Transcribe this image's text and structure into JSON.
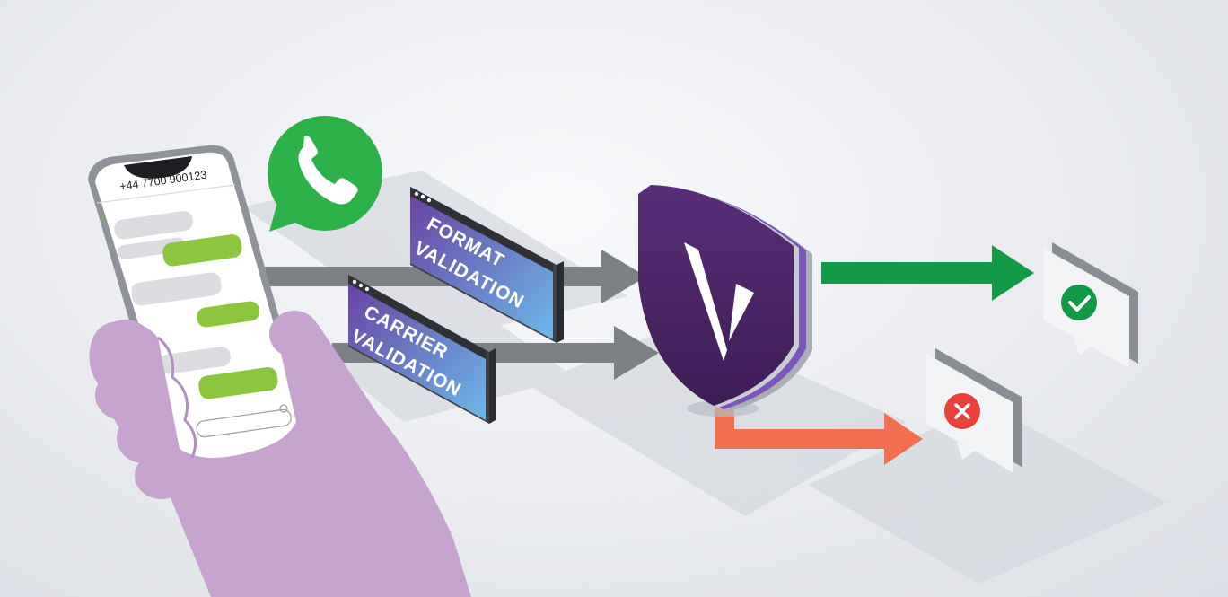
{
  "phone": {
    "number": "+44 7700 900123"
  },
  "panels": {
    "format": {
      "line1": "FORMAT",
      "line2": "VALIDATION"
    },
    "carrier": {
      "line1": "CARRIER",
      "line2": "VALIDATION"
    }
  },
  "colors": {
    "background": "#e6e8ec",
    "whatsapp_green": "#2db24a",
    "bubble_green": "#8cc63f",
    "shield_purple": "#4b2464",
    "hand_purple": "#c6a4cf",
    "success_green": "#129a47",
    "reject_orange": "#f1704f",
    "error_red": "#e8403b",
    "arrow_grey": "#7d8085",
    "panel_gradient_start": "#6a3fa0",
    "panel_gradient_end": "#6bb8e8"
  },
  "icons": {
    "messaging_app": "whatsapp-phone-icon",
    "verifier": "shield-v-logo-icon",
    "accepted": "check-circle-icon",
    "rejected": "x-circle-icon"
  }
}
